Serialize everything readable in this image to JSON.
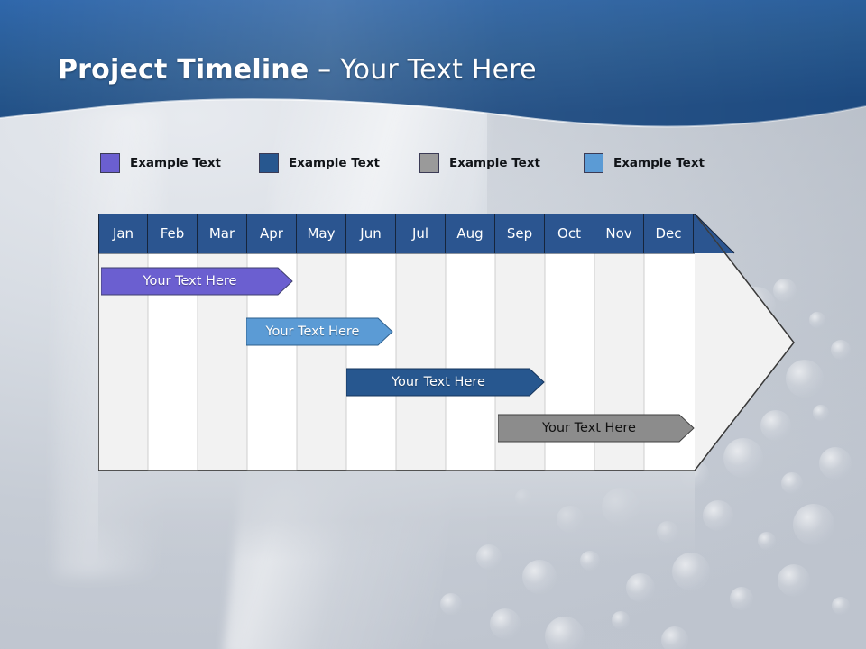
{
  "slide": {
    "title_strong": "Project Timeline",
    "title_light": " – Your Text Here"
  },
  "colors": {
    "header_blue_top": "#2d63a6",
    "header_blue_bottom": "#1f4e85",
    "month_header": "#2b5590",
    "purple": "#6b5fd0",
    "dark_blue": "#27578f",
    "gray": "#8c8c8c",
    "light_blue": "#5b9bd5",
    "row_shade": "#f1f1f1",
    "row_white": "#ffffff",
    "table_border": "#3b3b3b"
  },
  "legend": {
    "items": [
      {
        "label": "Example Text",
        "color": "#6b5fd0",
        "name": "legend-swatch-purple"
      },
      {
        "label": "Example Text",
        "color": "#27578f",
        "name": "legend-swatch-dark-blue"
      },
      {
        "label": "Example Text",
        "color": "#9a9a9a",
        "name": "legend-swatch-gray"
      },
      {
        "label": "Example Text",
        "color": "#5b9bd5",
        "name": "legend-swatch-light-blue"
      }
    ]
  },
  "timeline": {
    "months": [
      "Jan",
      "Feb",
      "Mar",
      "Apr",
      "May",
      "Jun",
      "Jul",
      "Aug",
      "Sep",
      "Oct",
      "Nov",
      "Dec"
    ],
    "bars": [
      {
        "label": "Your  Text Here",
        "color": "#6b5fd0",
        "start_month": "Jan",
        "end_month": "Apr",
        "row": 1
      },
      {
        "label": "Your  Text Here",
        "color": "#5b9bd5",
        "start_month": "Apr",
        "end_month": "Jun",
        "row": 2
      },
      {
        "label": "Your  Text Here",
        "color": "#27578f",
        "start_month": "Jun",
        "end_month": "Sep",
        "row": 3
      },
      {
        "label": "Your  Text Here",
        "color": "#8c8c8c",
        "start_month": "Sep",
        "end_month": "Dec",
        "row": 4
      }
    ]
  },
  "chart_data": {
    "type": "bar",
    "title": "Project Timeline – Your Text Here",
    "xlabel": "",
    "ylabel": "",
    "categories": [
      "Jan",
      "Feb",
      "Mar",
      "Apr",
      "May",
      "Jun",
      "Jul",
      "Aug",
      "Sep",
      "Oct",
      "Nov",
      "Dec"
    ],
    "series": [
      {
        "name": "Example Text",
        "color": "#6b5fd0",
        "start": 0,
        "end": 3.9,
        "label": "Your  Text Here"
      },
      {
        "name": "Example Text",
        "color": "#5b9bd5",
        "start": 3.0,
        "end": 5.9,
        "label": "Your  Text Here"
      },
      {
        "name": "Example Text",
        "color": "#27578f",
        "start": 5.0,
        "end": 9.0,
        "label": "Your  Text Here"
      },
      {
        "name": "Example Text",
        "color": "#8c8c8c",
        "start": 8.0,
        "end": 12.0,
        "label": "Your  Text Here"
      }
    ],
    "grid": true,
    "legend_position": "top"
  }
}
